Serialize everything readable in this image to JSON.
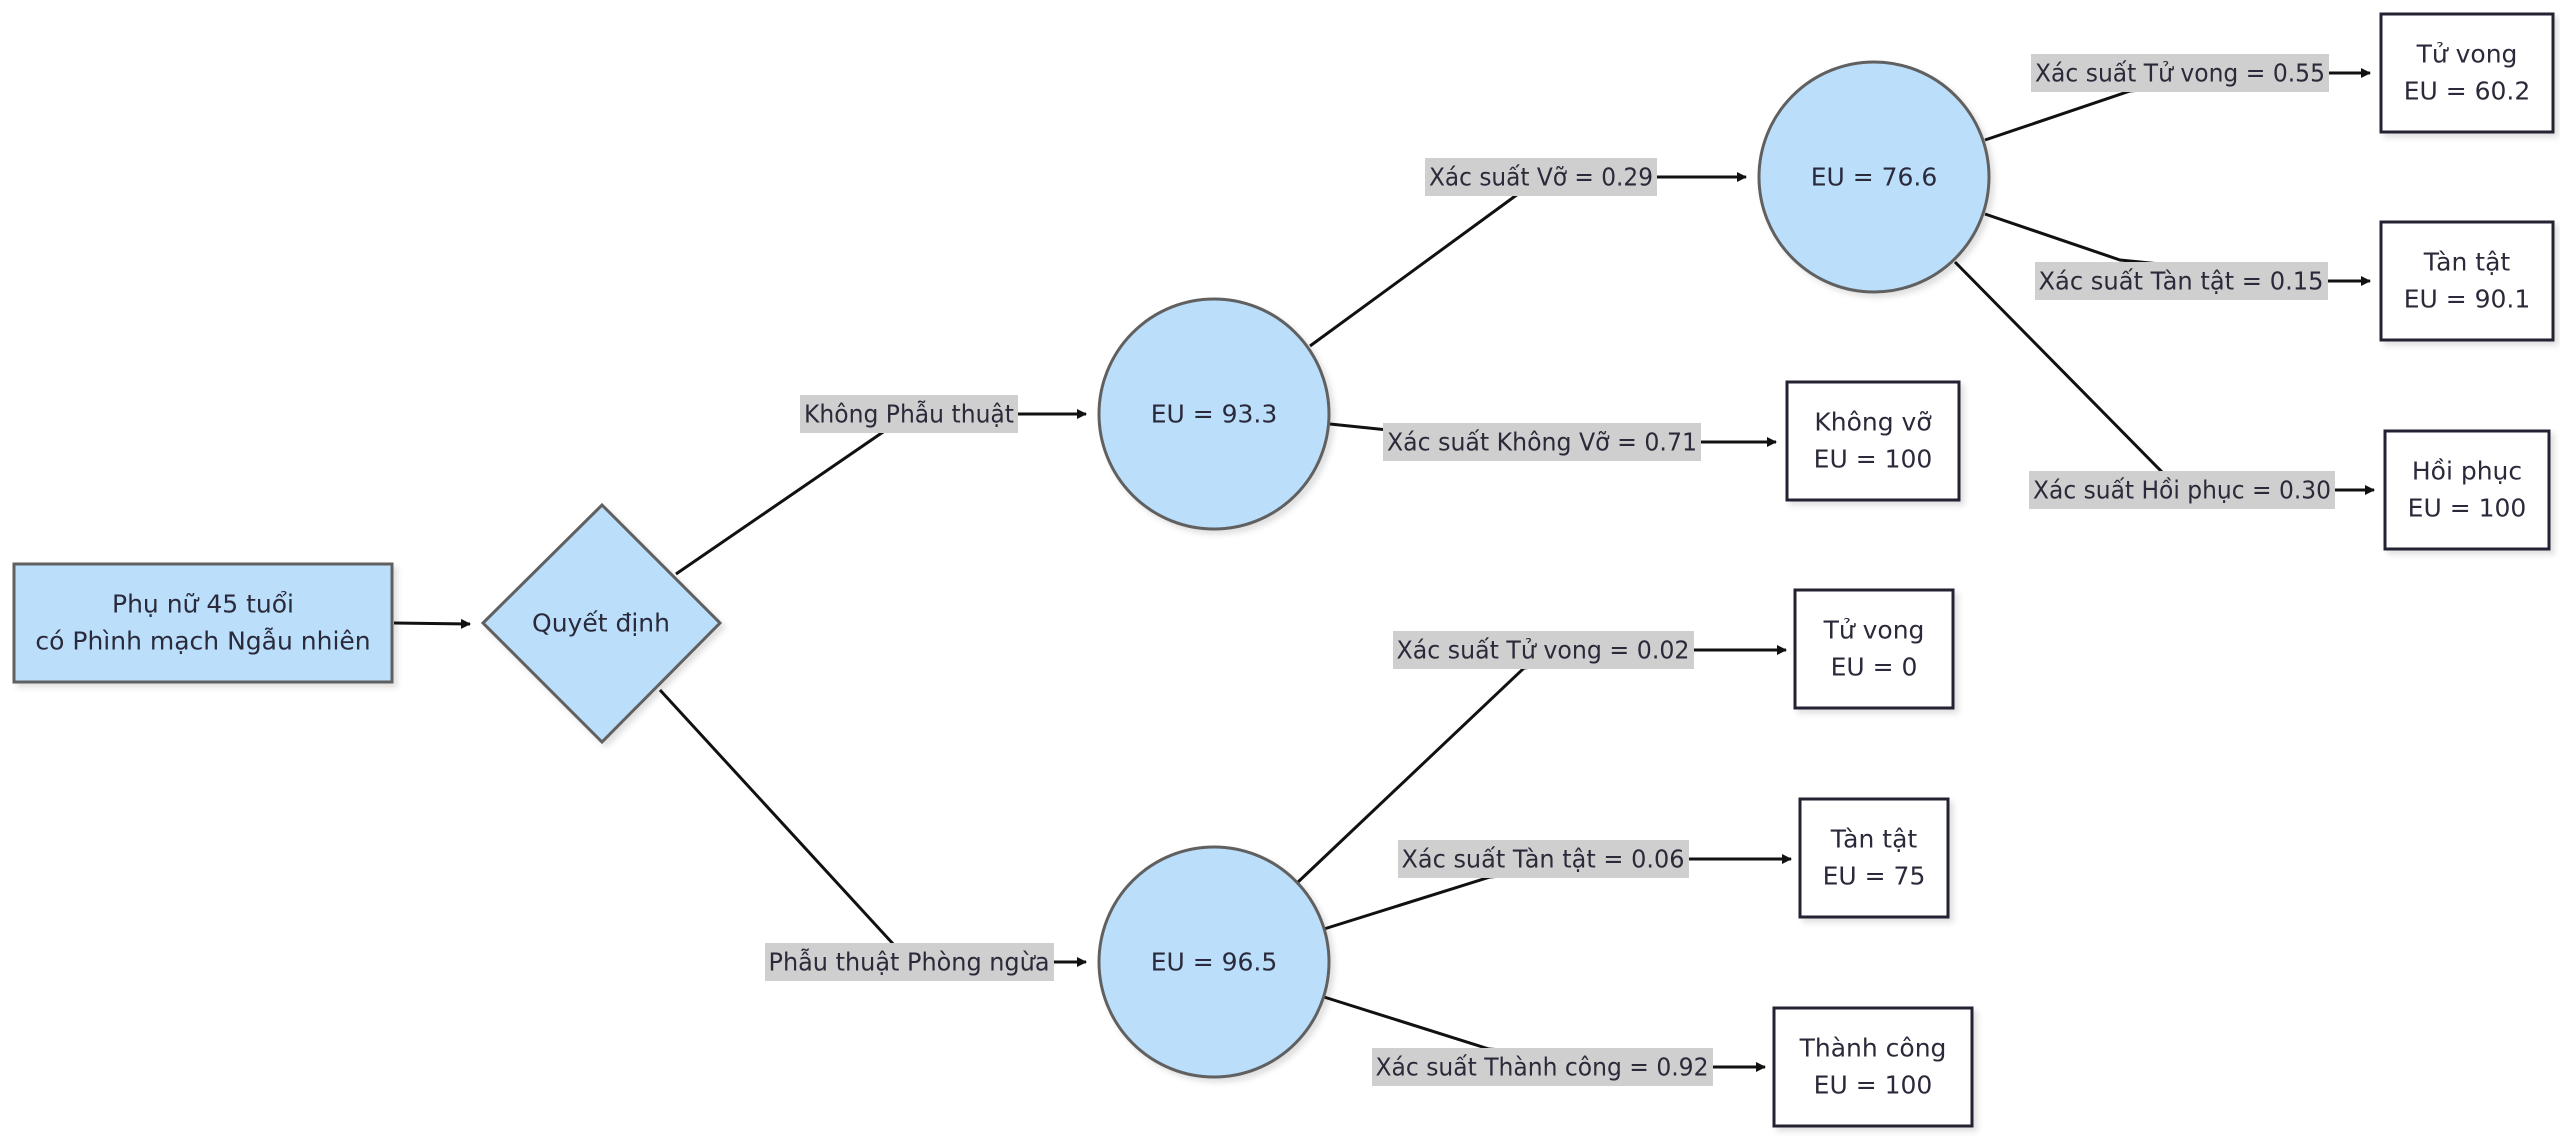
{
  "diagram": {
    "nodes": {
      "start": {
        "line1": "Phụ nữ 45 tuổi",
        "line2": "có Phình mạch Ngẫu nhiên"
      },
      "decision": {
        "label": "Quyết định"
      },
      "chance_no_surgery": {
        "label": "EU = 93.3"
      },
      "chance_rupture": {
        "label": "EU = 76.6"
      },
      "chance_surgery": {
        "label": "EU = 96.5"
      },
      "outcome_rupture_death": {
        "line1": "Tử vong",
        "line2": "EU = 60.2"
      },
      "outcome_rupture_disability": {
        "line1": "Tàn tật",
        "line2": "EU = 90.1"
      },
      "outcome_rupture_recovery": {
        "line1": "Hồi phục",
        "line2": "EU = 100"
      },
      "outcome_no_rupture": {
        "line1": "Không vỡ",
        "line2": "EU = 100"
      },
      "outcome_surgery_death": {
        "line1": "Tử vong",
        "line2": "EU = 0"
      },
      "outcome_surgery_disability": {
        "line1": "Tàn tật",
        "line2": "EU = 75"
      },
      "outcome_surgery_success": {
        "line1": "Thành công",
        "line2": "EU = 100"
      }
    },
    "edges": {
      "no_surgery": "Không Phẫu thuật",
      "prophylactic_surgery": "Phẫu thuật Phòng ngừa",
      "rupture": "Xác suất Vỡ = 0.29",
      "no_rupture": "Xác suất Không Vỡ = 0.71",
      "rupture_death": "Xác suất Tử vong = 0.55",
      "rupture_disability": "Xác suất Tàn tật = 0.15",
      "rupture_recovery": "Xác suất Hồi phục = 0.30",
      "surgery_death": "Xác suất Tử vong = 0.02",
      "surgery_disability": "Xác suất Tàn tật = 0.06",
      "surgery_success": "Xác suất Thành công = 0.92"
    },
    "colors": {
      "node_fill": "#bbdefb",
      "node_stroke": "#616161",
      "outcome_stroke": "#222233",
      "label_background": "#cfcfcf",
      "edge": "#111111"
    }
  }
}
